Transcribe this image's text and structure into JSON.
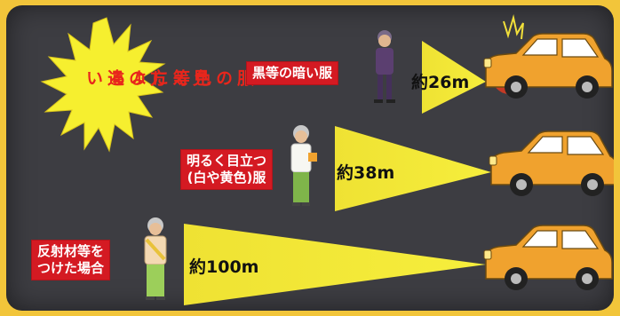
{
  "burst": {
    "line1": "服の色等による",
    "line2": "見え方の違い"
  },
  "rows": [
    {
      "label_lines": [
        "黒等の暗い服"
      ],
      "distance": "約26m"
    },
    {
      "label_lines": [
        "明るく目立つ",
        "(白や黄色)服"
      ],
      "distance": "約38m"
    },
    {
      "label_lines": [
        "反射材等を",
        "つけた場合"
      ],
      "distance": "約100m"
    }
  ],
  "colors": {
    "background": "#f2c53a",
    "panel": "#3d3d42",
    "label_red": "#d41a22",
    "beam_yellow": "#f3ec3a",
    "car_orange": "#f0a22e"
  },
  "icons": [
    "starburst",
    "pedestrian",
    "car",
    "headlight-beam",
    "impact-mark"
  ]
}
